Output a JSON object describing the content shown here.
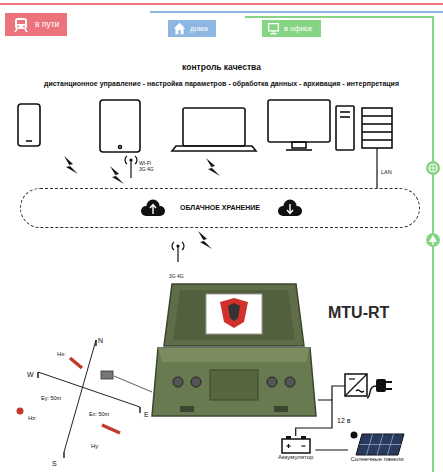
{
  "diagram": {
    "title": "контроль качества",
    "nodes": [
      {
        "text": [
          "в пути"
        ]
      },
      {
        "text": [
          "дома"
        ]
      },
      {
        "text": [
          "в офисе"
        ]
      },
      {
        "text": [
          "ОБЛАЧНОЕ ХРАНЕНИЕ"
        ]
      },
      {
        "text": [
          "MTU-RT"
        ]
      },
      {
        "text": [
          "Аккумулятор"
        ]
      },
      {
        "text": [
          "Солнечные панели"
        ]
      }
    ],
    "edges": [
      {
        "from": 4,
        "to": 5,
        "label": "12 в",
        "arrow": "none"
      },
      {
        "from": 6,
        "to": 5,
        "arrow": "none"
      }
    ],
    "labels": [
      "дистанционное управление - настройка параметров - обработка данных - архивация - интерпретация",
      "WI-FI 3G 4G",
      "LAN",
      "3G 4G",
      "N",
      "W",
      "E",
      "S",
      "Hx:",
      "Hz:",
      "Hy",
      "Ey: 50m",
      "Ex: 50m"
    ]
  }
}
